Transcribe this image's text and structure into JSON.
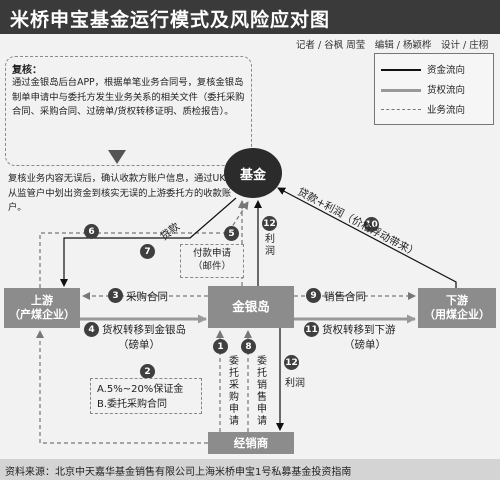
{
  "title": "米桥申宝基金运行模式及风险应对图",
  "credits": "记者 / 谷枫 周莹　编辑 / 杨颖桦　设计 / 庄栩",
  "review": {
    "heading": "复核：",
    "body": "通过金银岛后台APP，根据单笔业务合同号，复核金银岛制单申请中与委托方发生业务关系的相关文件（委托采购合同、采购合同、过磅单/货权转移证明、质检报告）。",
    "confirm": "复核业务内容无误后，确认收款方账户信息，通过UKEY从监管户中划出资金到核实无误的上游委托方的收款账户。"
  },
  "legend": {
    "items": [
      {
        "label": "资金流向",
        "color": "#111111"
      },
      {
        "label": "货权流向",
        "color": "#999999"
      },
      {
        "label": "业务流向",
        "color": "#777777"
      }
    ]
  },
  "nodes": {
    "fund": "基金",
    "upstream": {
      "name": "上游",
      "sub": "（产煤企业）"
    },
    "downstream": {
      "name": "下游",
      "sub": "（用煤企业）"
    },
    "jinyindao": "金银岛",
    "dealer": "经销商"
  },
  "steps": {
    "s1": {
      "num": "1",
      "label": "委托采购申请"
    },
    "s2": {
      "num": "2",
      "line1": "A.5%~20%保证金",
      "line2": "B.委托采购合同"
    },
    "s3": {
      "num": "3",
      "label": "采购合同"
    },
    "s4": {
      "num": "4",
      "label": "货权转移到金银岛",
      "sub": "（磅单）"
    },
    "s5": {
      "num": "5",
      "line1": "付款申请",
      "line2": "（邮件）"
    },
    "s6": {
      "num": "6"
    },
    "s7": {
      "num": "7",
      "label": "贷款"
    },
    "s8": {
      "num": "8",
      "label": "委托销售申请"
    },
    "s9": {
      "num": "9",
      "label": "销售合同"
    },
    "s10": {
      "num": "10",
      "label": "贷款+利润（价格浮动带来）"
    },
    "s11": {
      "num": "11",
      "label": "货权转移到下游",
      "sub": "（磅单）"
    },
    "s12a": {
      "num": "12",
      "label": "利润"
    },
    "s12b": {
      "num": "12",
      "label": "利润"
    }
  },
  "footer": "资料来源：北京中天嘉华基金销售有限公司上海米桥申宝1号私募基金投资指南",
  "colors": {
    "money_flow": "#111111",
    "goods_flow": "#999999",
    "business_flow": "#777777",
    "title_bar": "#3a3a3a",
    "node_fill": "#8c8c8c"
  }
}
